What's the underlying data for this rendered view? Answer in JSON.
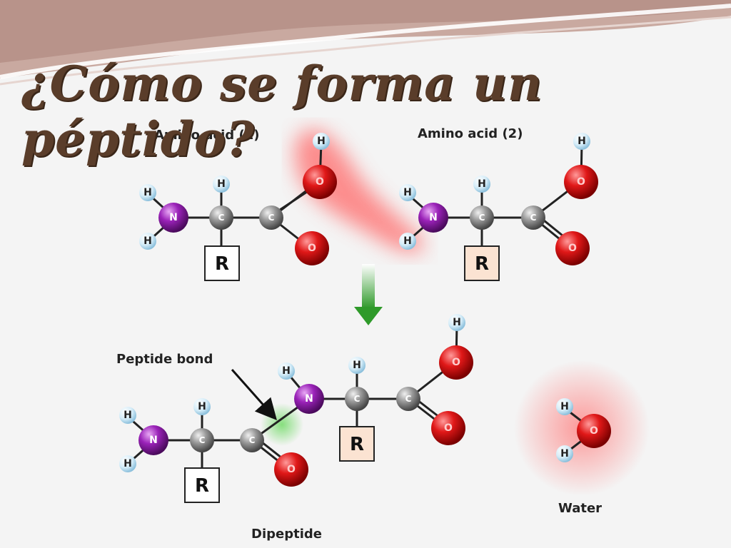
{
  "title": "¿Cómo se forma un péptido?",
  "labels": {
    "amino_acid_1": "Amino acid (1)",
    "amino_acid_2": "Amino acid (2)",
    "peptide_bond": "Peptide bond",
    "dipeptide": "Dipeptide",
    "water": "Water"
  },
  "atoms": {
    "hydrogen": "H",
    "nitrogen": "N",
    "carbon": "C",
    "oxygen": "O",
    "r_group": "R"
  },
  "colors": {
    "title": "#5a3d2a",
    "nitrogen": "#8b1aa8",
    "carbon": "#8a8a8a",
    "oxygen": "#d8141a",
    "hydrogen": "#cde8f6",
    "r_box_plain": "#ffffff",
    "r_box_tinted": "#fbe3d2",
    "arrow": "#3aa832",
    "water_glow": "#ff8c8c",
    "bond_glow": "#8ee08a"
  }
}
